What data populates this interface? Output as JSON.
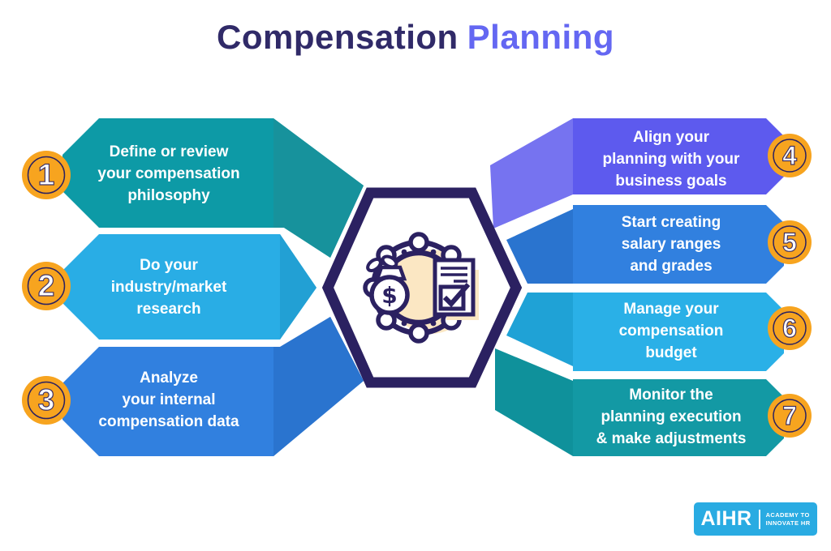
{
  "title": {
    "text_primary": "Compensation",
    "text_accent": "Planning"
  },
  "steps": [
    {
      "num": "1",
      "lines": [
        "Define or review",
        "your compensation",
        "philosophy"
      ]
    },
    {
      "num": "2",
      "lines": [
        "Do your",
        "industry/market",
        "research"
      ]
    },
    {
      "num": "3",
      "lines": [
        "Analyze",
        "your internal",
        "compensation data"
      ]
    },
    {
      "num": "4",
      "lines": [
        "Align your",
        "planning with your",
        "business goals"
      ]
    },
    {
      "num": "5",
      "lines": [
        "Start creating",
        "salary ranges",
        "and grades"
      ]
    },
    {
      "num": "6",
      "lines": [
        "Manage your",
        "compensation",
        "budget"
      ]
    },
    {
      "num": "7",
      "lines": [
        "Monitor the",
        "planning execution",
        "& make adjustments"
      ]
    }
  ],
  "icon": {
    "dollar_sign": "$"
  },
  "logo": {
    "name": "AIHR",
    "tagline_line1": "ACADEMY TO",
    "tagline_line2": "INNOVATE HR"
  },
  "colors": {
    "navy": "#2b2161",
    "title_primary": "#302a68",
    "title_accent": "#6467f2",
    "teal_body": "#0d9aa6",
    "teal_tail": "#17929c",
    "cyan_body": "#29ade5",
    "cyan_tail": "#22a0d4",
    "blue_body": "#3180df",
    "blue_tail": "#2a74cf",
    "purple_body": "#5d5aee",
    "purple_tail": "#7673f0",
    "cyan2_body": "#2ab0e7",
    "cyan2_tail": "#1fa2d6",
    "teal2_body": "#1399a4",
    "teal2_tail": "#0f919b",
    "orange": "#f7a41f",
    "cream": "#fbe7c3",
    "white": "#ffffff",
    "logo_bg": "#29abe2"
  }
}
